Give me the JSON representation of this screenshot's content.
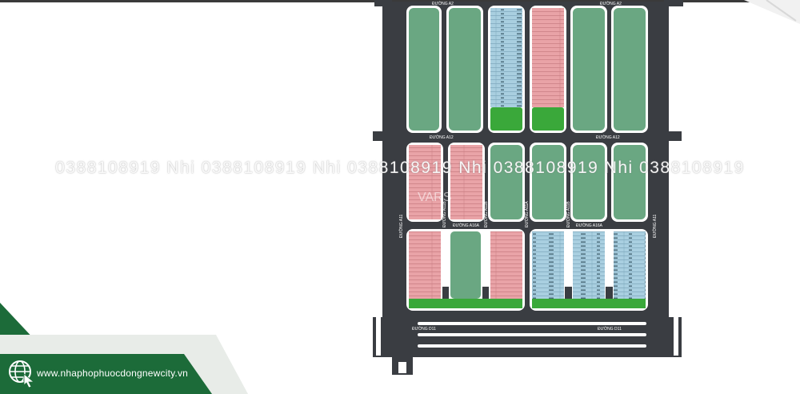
{
  "map": {
    "road_labels": {
      "a2_left": "ĐƯỜNG A2",
      "a2_right": "ĐƯỜNG A2",
      "a12_left": "ĐƯỜNG A12",
      "a12_right": "ĐƯỜNG A12",
      "a11_left": "ĐƯỜNG A11",
      "a11_right": "ĐƯỜNG A11",
      "a11a": "ĐƯỜNG A11A",
      "a11b_1": "ĐƯỜNG A11B",
      "a11b_2": "ĐƯỜNG A11B",
      "a11b_3": "ĐƯỜNG A11B",
      "a16a_left": "ĐƯỜNG A16A",
      "a16a_right": "ĐƯỜNG A16A",
      "d11_left": "ĐƯỜNG D11",
      "d11_right": "ĐƯỜNG D11"
    },
    "partial_logo_text": "VARS"
  },
  "watermark": {
    "text": "0388108919  Nhi  0388108919  Nhi  0388108919  Nhi  0388108919  Nhi  0388108919"
  },
  "footer": {
    "website": "www.nhaphophuocdongnewcity.vn"
  },
  "colors": {
    "road": "#3a3d42",
    "block_green": "#6aa782",
    "block_pink": "#e9a3a7",
    "block_blue": "#a9cfe0",
    "park_green": "#3aa83a",
    "footer_green": "#1c6b39"
  }
}
